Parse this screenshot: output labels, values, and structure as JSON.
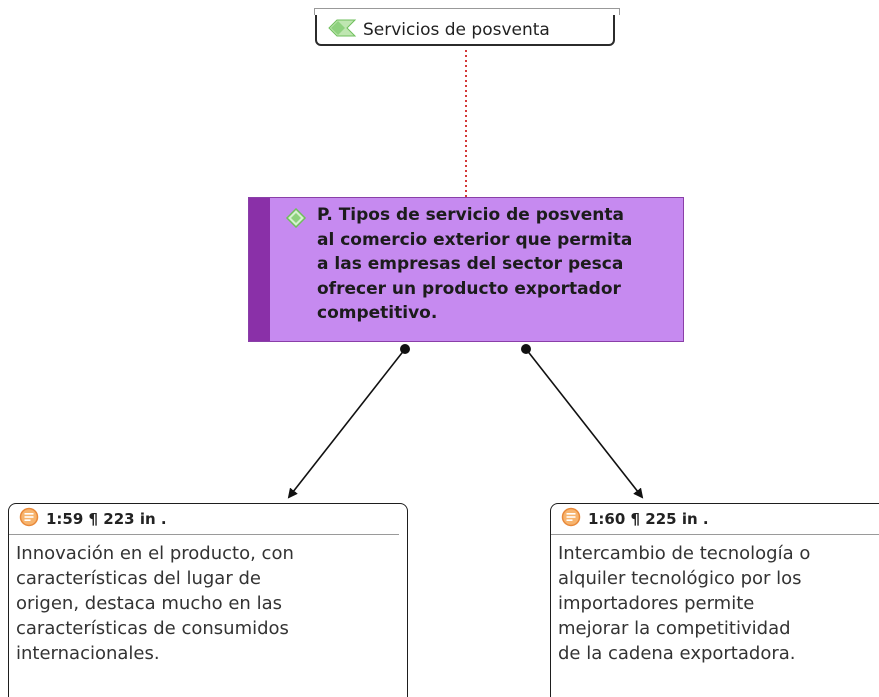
{
  "code": {
    "label": "Servicios de posventa",
    "icon": "code-diamond-icon",
    "icon_color": "#8ed17e"
  },
  "category": {
    "lines": [
      "P. Tipos de servicio de posventa",
      "al comercio exterior que permita",
      "a las empresas del sector pesca",
      "ofrecer un producto exportador",
      "competitivo."
    ],
    "icon": "code-diamond-icon",
    "fill_color": "#c68af0",
    "bar_color": "#8a30a8"
  },
  "quotes": [
    {
      "ref": "1:59 ¶ 223 in .",
      "icon": "quotation-icon",
      "lines": [
        "Innovación en el producto, con",
        "características del lugar de",
        "origen, destaca mucho en las",
        "características de consumidos",
        "internacionales."
      ]
    },
    {
      "ref": "1:60 ¶ 225 in .",
      "icon": "quotation-icon",
      "lines": [
        "Intercambio de tecnología o",
        "alquiler tecnológico por los",
        "importadores permite",
        "mejorar la competitividad",
        "de la cadena exportadora."
      ]
    }
  ],
  "colors": {
    "dotted_link": "#d23a3a",
    "arrow_link": "#111111",
    "quote_icon": "#f4a25a"
  }
}
